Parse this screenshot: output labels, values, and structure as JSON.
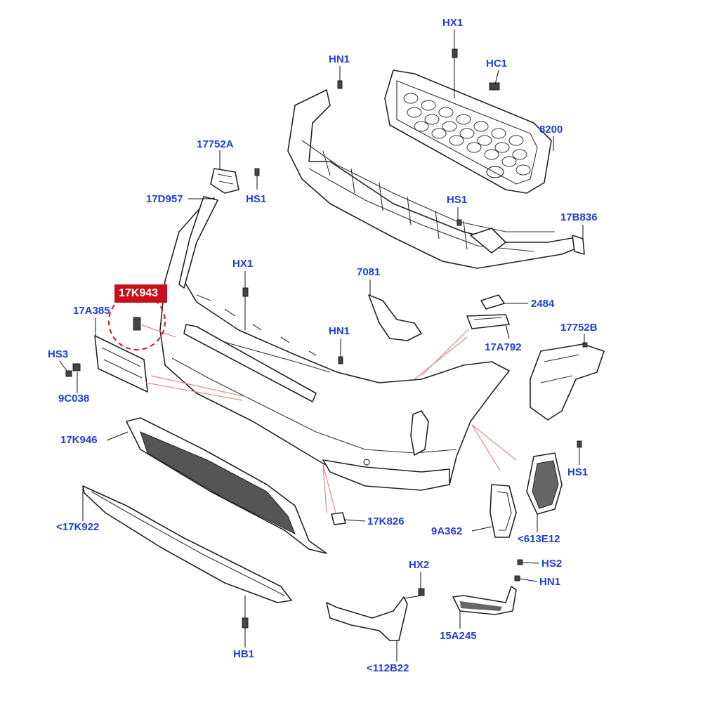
{
  "highlight": {
    "label": "17K943",
    "color": "#c8101a"
  },
  "label_color": "#1f3fd6",
  "labels": {
    "hx1_top": "HX1",
    "hn1_top": "HN1",
    "hc1": "HC1",
    "p8200": "8200",
    "p17752a": "17752A",
    "p17d957": "17D957",
    "hs1_top": "HS1",
    "hs1_mid": "HS1",
    "p17b836": "17B836",
    "hx1_mid": "HX1",
    "p7081": "7081",
    "p2484": "2484",
    "p17a385": "17A385",
    "hn1_mid": "HN1",
    "p17752b": "17752B",
    "p17a792": "17A792",
    "hs3": "HS3",
    "p9c038": "9C038",
    "p17k946": "17K946",
    "hs1_right": "HS1",
    "p17k922": "<17K922",
    "p17k826": "17K826",
    "p9a362": "9A362",
    "p613e12": "<613E12",
    "hx2": "HX2",
    "hs2": "HS2",
    "hn1_bottom": "HN1",
    "p15a245": "15A245",
    "hb1": "HB1",
    "p112b22": "<112B22"
  }
}
